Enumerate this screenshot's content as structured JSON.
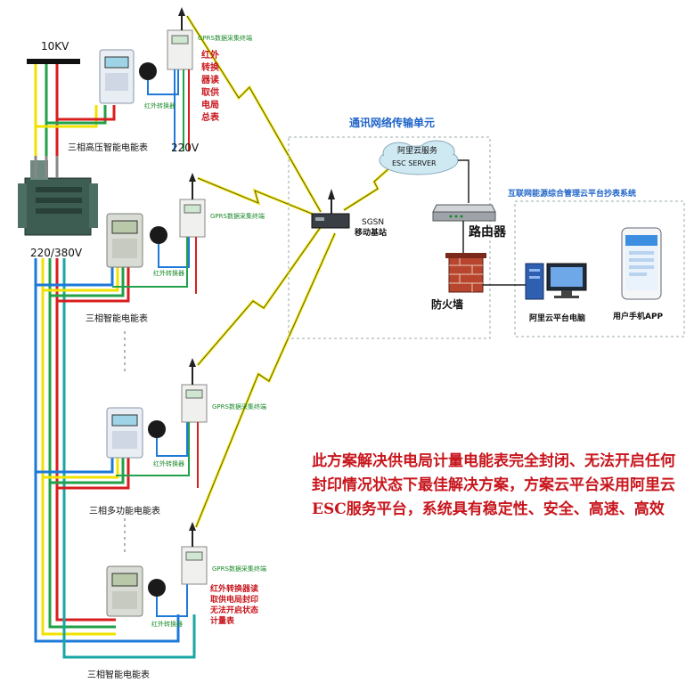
{
  "labels": {
    "voltage_10kv": "10KV",
    "voltage_220v": "220V",
    "voltage_220_380v": "220/380V",
    "gprs_module": "GPRS数据采集终端",
    "ir_converter": "红外转换器",
    "hv_meter": "三相高压智能电能表",
    "smart_meter_2": "三相智能电能表",
    "multi_meter": "三相多功能电能表",
    "smart_meter_4": "三相智能电能表",
    "note_top": [
      "红外",
      "转换",
      "器读",
      "取供",
      "电局",
      "总表"
    ],
    "note_bottom": [
      "红外转换器读",
      "取供电局封印",
      "无法开启状态",
      "计量表"
    ],
    "network_title": "通讯网络传输单元",
    "cloud_line1": "阿里云服务",
    "cloud_line2": "ESC SERVER",
    "station_line1": "SGSN",
    "station_line2": "移动基站",
    "router": "路由器",
    "firewall": "防火墙",
    "cloud_system_title": "互联网能源综合管理云平台抄表系统",
    "pc_label": "阿里云平台电脑",
    "phone_label": "用户手机APP",
    "description": "此方案解决供电局计量电能表完全封闭、无法开启任何封印情况状态下最佳解决方案，方案云平台采用阿里云ESC服务平台，系统具有稳定性、安全、高速、高效"
  },
  "colors": {
    "wire_yellow": "#f2e200",
    "wire_green": "#22a04a",
    "wire_red": "#d81e1e",
    "wire_blue": "#1e7ad8",
    "wire_cyan": "#1aa6a6",
    "signal": "#f0e600",
    "accent_blue": "#1e64c8",
    "text_red": "#c8161d",
    "text_green": "#1a8a2a"
  }
}
